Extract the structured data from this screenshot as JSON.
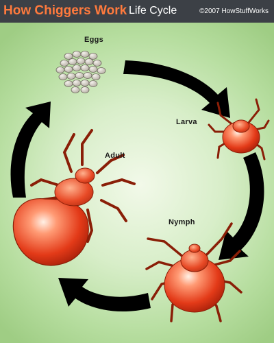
{
  "header": {
    "brand": "How Chiggers Work",
    "subtitle": "Life Cycle",
    "copyright": "©2007 HowStuffWorks"
  },
  "stages": {
    "eggs": "Eggs",
    "larva": "Larva",
    "nymph": "Nymph",
    "adult": "Adult"
  },
  "colors": {
    "header_bg": "#3c4046",
    "brand_orange": "#ff7a3d",
    "mite_red": "#e33a18",
    "egg_grey": "#c9c4bb",
    "background_green": "#b7dea0"
  }
}
